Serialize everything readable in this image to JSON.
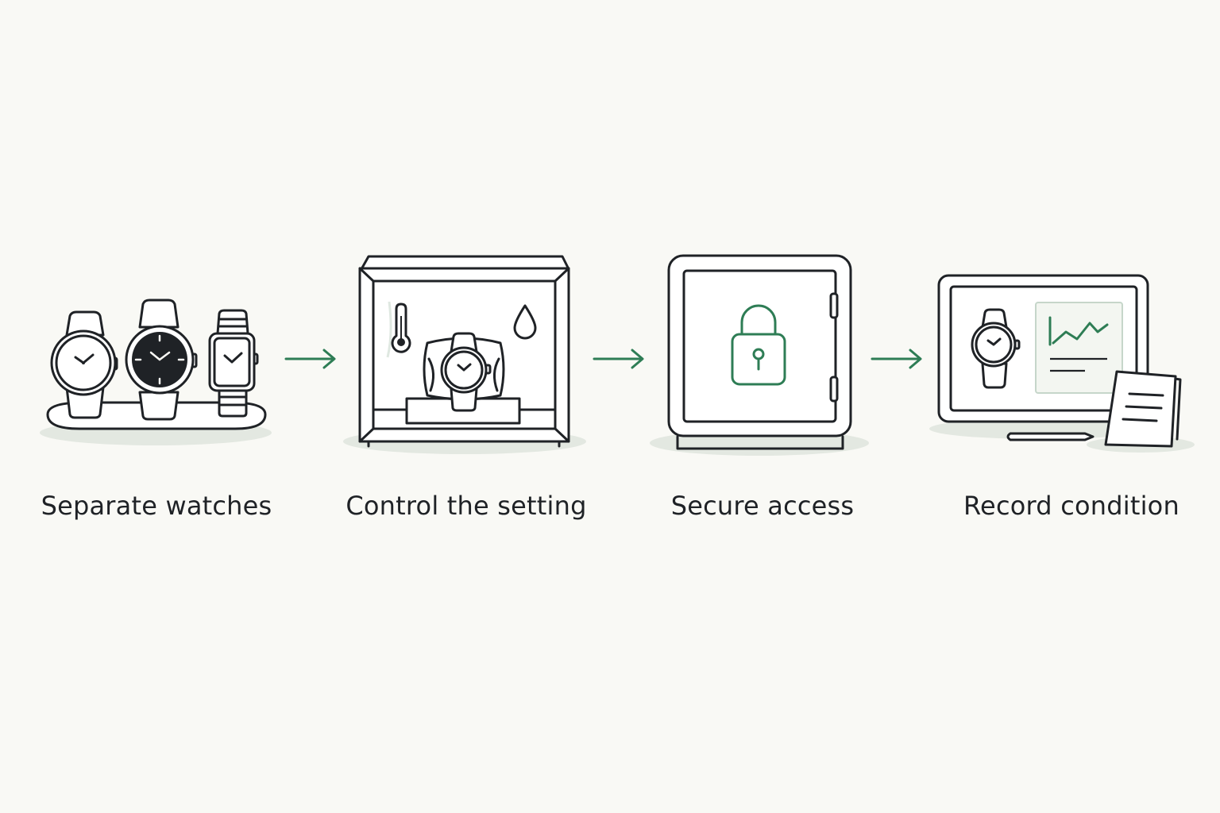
{
  "colors": {
    "background": "#f9f9f5",
    "ink": "#1f2226",
    "accent": "#2e7d55",
    "shadow": "#e3e8e1"
  },
  "steps": [
    {
      "label": "Separate watches",
      "icon": "watch-tray-icon"
    },
    {
      "label": "Control the setting",
      "icon": "display-case-icon"
    },
    {
      "label": "Secure access",
      "icon": "safe-lock-icon"
    },
    {
      "label": "Record condition",
      "icon": "condition-log-icon"
    }
  ],
  "arrows": [
    "arrow-right-icon",
    "arrow-right-icon",
    "arrow-right-icon"
  ]
}
